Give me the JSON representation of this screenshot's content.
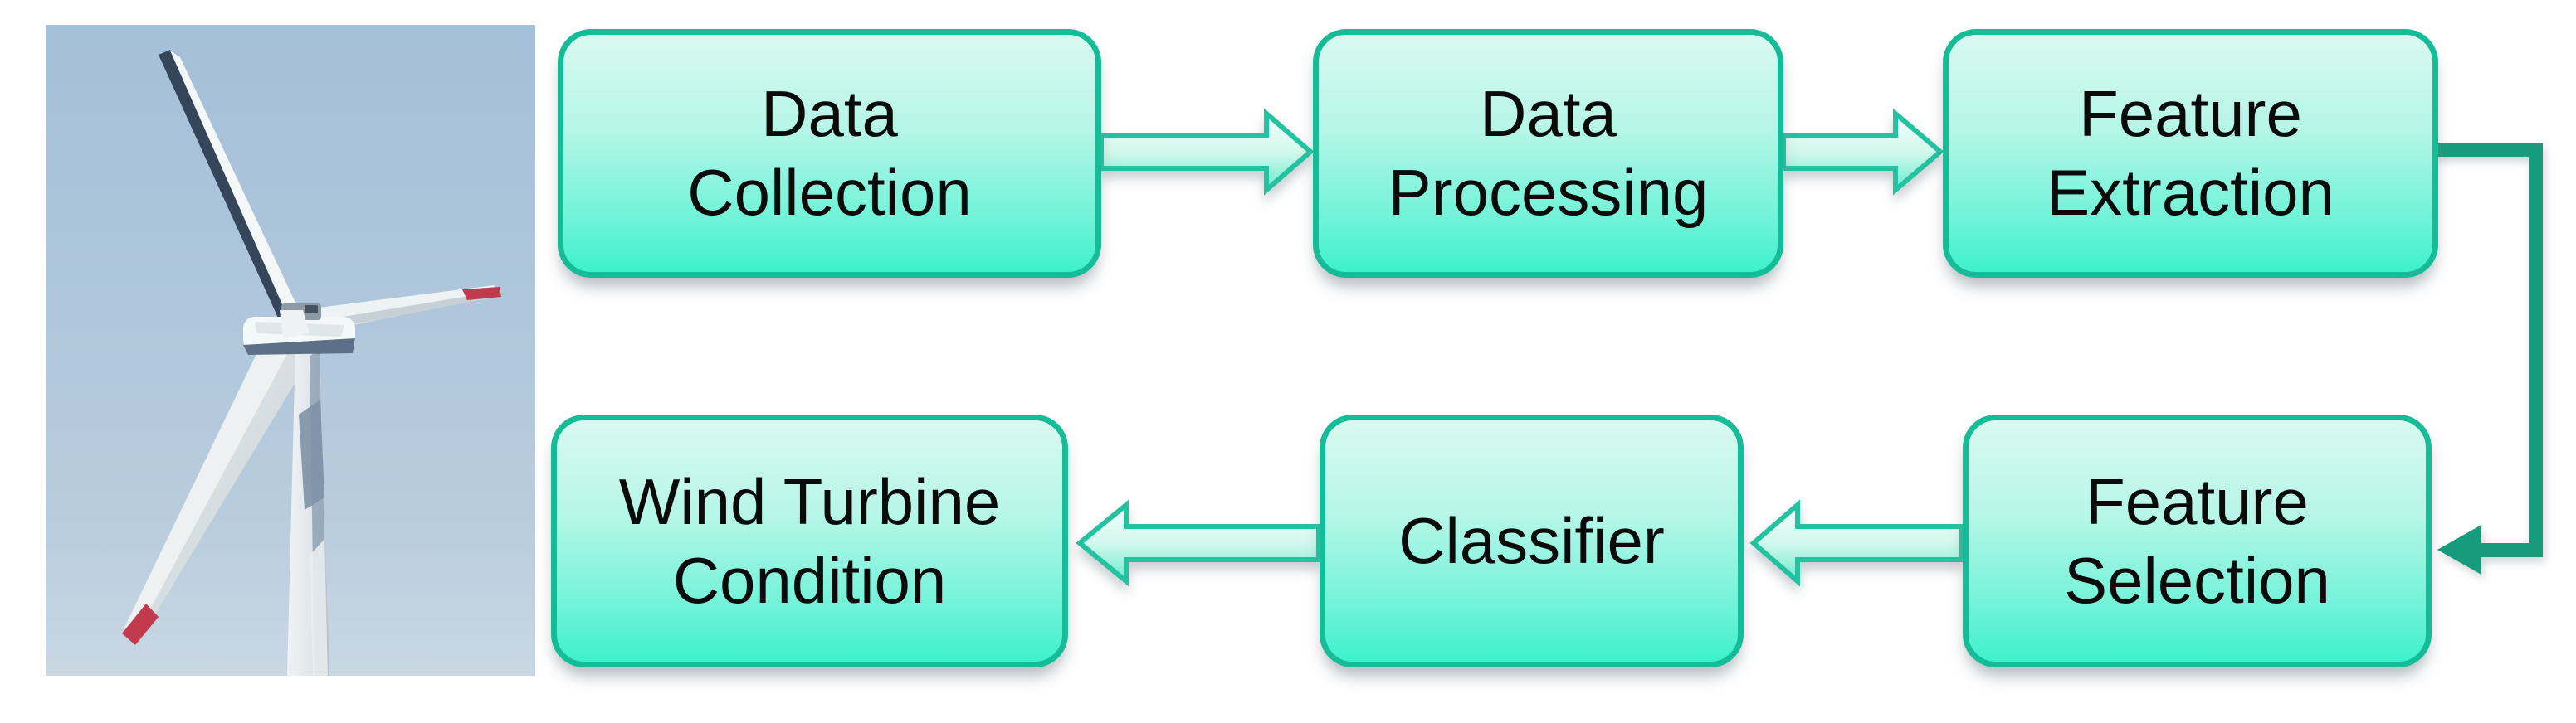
{
  "diagram": {
    "title": "Wind turbine condition monitoring flowchart",
    "photo": {
      "description": "Wind turbine against blue sky"
    },
    "nodes": [
      {
        "id": "data-collection",
        "lines": [
          "Data",
          "Collection"
        ]
      },
      {
        "id": "data-processing",
        "lines": [
          "Data",
          "Processing"
        ]
      },
      {
        "id": "feature-extraction",
        "lines": [
          "Feature",
          "Extraction"
        ]
      },
      {
        "id": "wind-turbine-condition",
        "lines": [
          "Wind Turbine",
          "Condition"
        ]
      },
      {
        "id": "classifier",
        "lines": [
          "Classifier"
        ]
      },
      {
        "id": "feature-selection",
        "lines": [
          "Feature",
          "Selection"
        ]
      }
    ],
    "edges": [
      {
        "from": "Data Collection",
        "to": "Data Processing",
        "style": "block-arrow-right"
      },
      {
        "from": "Data Processing",
        "to": "Feature Extraction",
        "style": "block-arrow-right"
      },
      {
        "from": "Feature Extraction",
        "to": "Feature Selection",
        "style": "elbow-line-down"
      },
      {
        "from": "Feature Selection",
        "to": "Classifier",
        "style": "block-arrow-left"
      },
      {
        "from": "Classifier",
        "to": "Wind Turbine Condition",
        "style": "block-arrow-left"
      }
    ],
    "colors": {
      "node_border": "#16bc97",
      "node_fill_top": "#d9f9f0",
      "node_fill_bottom": "#3df1cd",
      "arrow_outline": "#23c2a0",
      "arrow_fill_top": "#f4fffc",
      "arrow_fill_bottom": "#68eccf",
      "connector": "#169c7c",
      "text": "#0b0b0b",
      "sky_top": "#a4bfd8",
      "sky_bottom": "#c9d8e3",
      "blade_red_tip": "#c13a4e"
    }
  }
}
